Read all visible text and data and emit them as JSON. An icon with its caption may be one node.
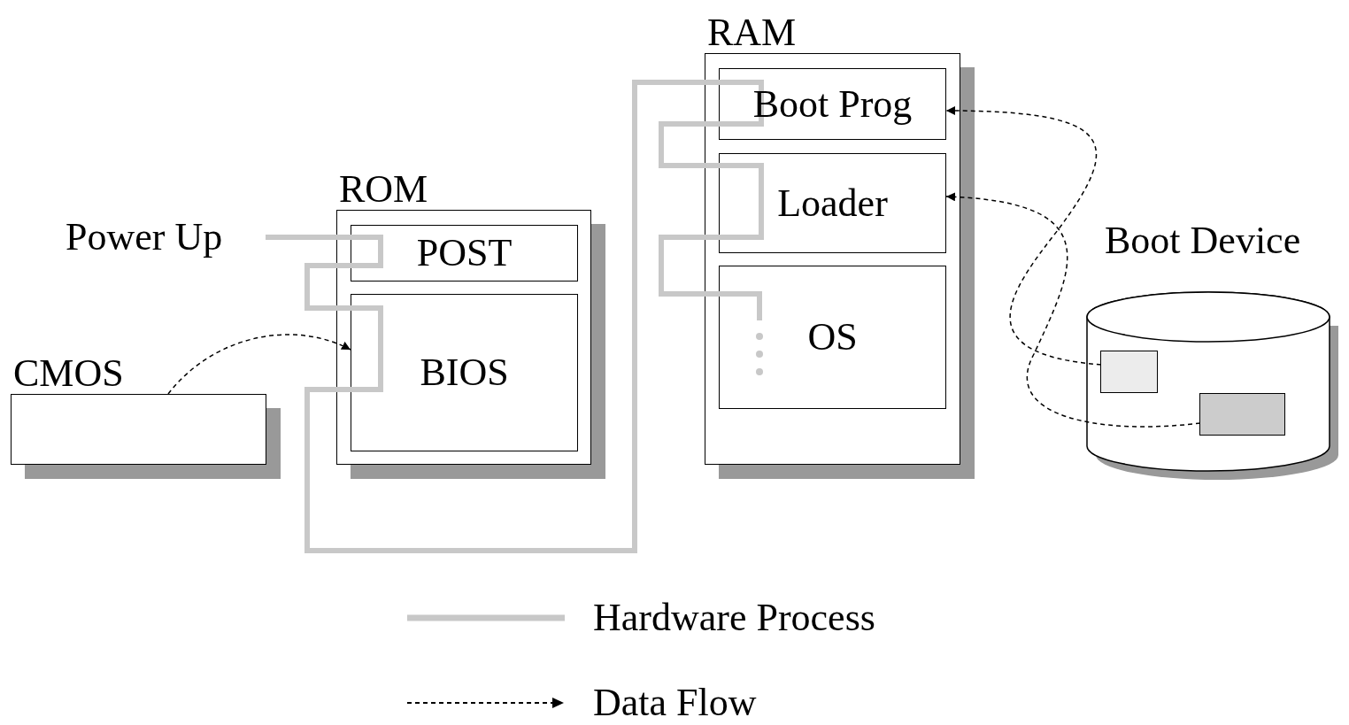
{
  "diagram": {
    "nodes": [
      {
        "text": [
          "Power Up"
        ]
      },
      {
        "text": [
          "ROM"
        ]
      },
      {
        "text": [
          "POST"
        ],
        "in": 1
      },
      {
        "text": [
          "BIOS"
        ],
        "in": 1
      },
      {
        "text": [
          "CMOS"
        ]
      },
      {
        "text": [
          "RAM"
        ]
      },
      {
        "text": [
          "Boot Prog"
        ],
        "in": 5
      },
      {
        "text": [
          "Loader"
        ],
        "in": 5
      },
      {
        "text": [
          "OS"
        ],
        "in": 5
      },
      {
        "text": [
          "Boot Device"
        ]
      },
      {
        "text": [],
        "shape": "box",
        "in": 9
      },
      {
        "text": [],
        "shape": "box",
        "in": 9
      }
    ],
    "edges": [
      {
        "from": 0,
        "to": 2,
        "arrow": "none"
      },
      {
        "from": 2,
        "to": 3,
        "arrow": "none"
      },
      {
        "from": 3,
        "to": 6,
        "arrow": "none"
      },
      {
        "from": 6,
        "to": 7,
        "arrow": "none"
      },
      {
        "from": 7,
        "to": 8,
        "arrow": "none"
      },
      {
        "from": 4,
        "to": 3,
        "arrow": "to",
        "style": "dashed",
        "color": "#000000"
      },
      {
        "from": 10,
        "to": 6,
        "arrow": "to",
        "style": "dashed",
        "color": "#000000"
      },
      {
        "from": 11,
        "to": 7,
        "arrow": "to",
        "style": "dashed",
        "color": "#000000"
      }
    ],
    "legend": [
      {
        "text": "Hardware Process"
      },
      {
        "text": "Data Flow"
      }
    ]
  }
}
